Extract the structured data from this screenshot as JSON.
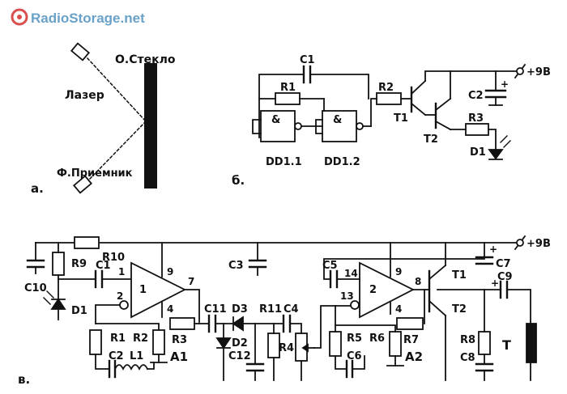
{
  "watermark": {
    "text": "RadioStorage.net",
    "color": "#6aa1c8"
  },
  "panel_a": {
    "tag": "а.",
    "glass": "О.Стекло",
    "laser": "Лазер",
    "receiver": "Ф.Приемник"
  },
  "panel_b": {
    "tag": "б.",
    "supply": "+9В",
    "C1": "C1",
    "R1": "R1",
    "R2": "R2",
    "T1": "T1",
    "T2": "T2",
    "C2": "C2",
    "R3": "R3",
    "D1": "D1",
    "DD11": "DD1.1",
    "DD12": "DD1.2",
    "gate_and": "&",
    "plus": "+"
  },
  "panel_v": {
    "tag": "в.",
    "supply": "+9В",
    "R10": "R10",
    "R9": "R9",
    "C1": "C1",
    "C10": "C10",
    "D1": "D1",
    "pin1": "1",
    "pin2": "2",
    "pin9": "9",
    "pin7": "7",
    "pin4": "4",
    "amp1": "1",
    "R1": "R1",
    "R2": "R2",
    "R3": "R3",
    "A1": "A1",
    "C2": "C2",
    "L1": "L1",
    "C11": "C11",
    "D3": "D3",
    "D2": "D2",
    "C12": "C12",
    "R11": "R11",
    "C4": "C4",
    "R4": "R4",
    "C3": "C3",
    "C5": "C5",
    "pin14": "14",
    "pin13": "13",
    "amp2": "2",
    "pin8": "8",
    "pin9b": "9",
    "pin4b": "4",
    "R5": "R5",
    "R6": "R6",
    "C6": "C6",
    "R7": "R7",
    "A2": "A2",
    "T1": "T1",
    "T2": "T2",
    "C7": "C7",
    "C9": "C9",
    "R8": "R8",
    "C8": "C8",
    "T": "T",
    "plus": "+"
  }
}
